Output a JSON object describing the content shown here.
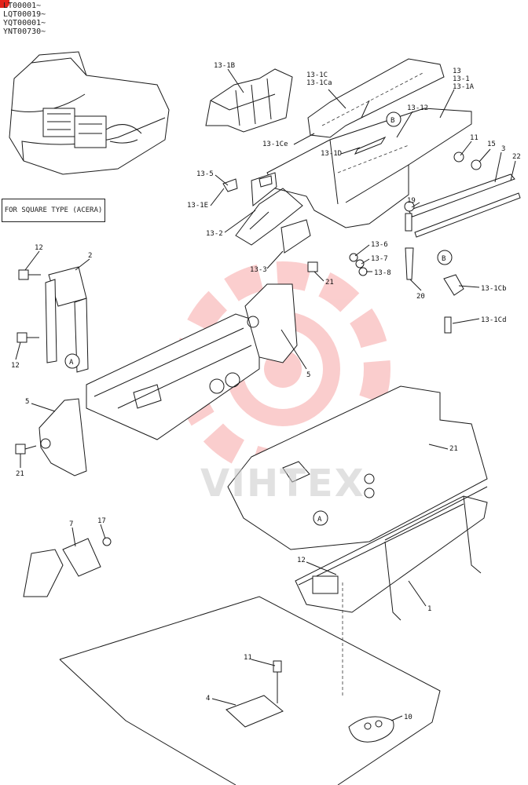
{
  "serial_ranges": [
    "LT00001~",
    "LQT00019~",
    "YQT00001~",
    "YNT00730~"
  ],
  "note": "FOR SQUARE TYPE (ACERA)",
  "watermark": "VIHTEX",
  "colors": {
    "line": "#1a1a1a",
    "watermark": "#f05050",
    "mark": "#e2231a"
  },
  "callouts": {
    "c13_1B": "13-1B",
    "c13_1C": "13-1C",
    "c13_1Ca": "13-1Ca",
    "c13": "13",
    "c13_1": "13-1",
    "c13_1A": "13-1A",
    "c13_12": "13-12",
    "c13_1Ce": "13-1Ce",
    "c13_1D": "13-1D",
    "c11a": "11",
    "c15": "15",
    "c3": "3",
    "c22": "22",
    "c13_5": "13-5",
    "c13_1E": "13-1E",
    "c13_2": "13-2",
    "c19": "19",
    "c13_6": "13-6",
    "c13_7": "13-7",
    "c13_8": "13-8",
    "c13_3": "13-3",
    "c20": "20",
    "c13_1Cb": "13-1Cb",
    "c13_1Cd": "13-1Cd",
    "c12a": "12",
    "c2": "2",
    "c12b": "12",
    "c21a": "21",
    "c5a": "5",
    "c5b": "5",
    "c21b": "21",
    "c21c": "21",
    "c7": "7",
    "c17": "17",
    "c12c": "12",
    "c1": "1",
    "c11b": "11",
    "c4": "4",
    "c10": "10"
  },
  "refs": {
    "B": "B",
    "A": "A"
  }
}
